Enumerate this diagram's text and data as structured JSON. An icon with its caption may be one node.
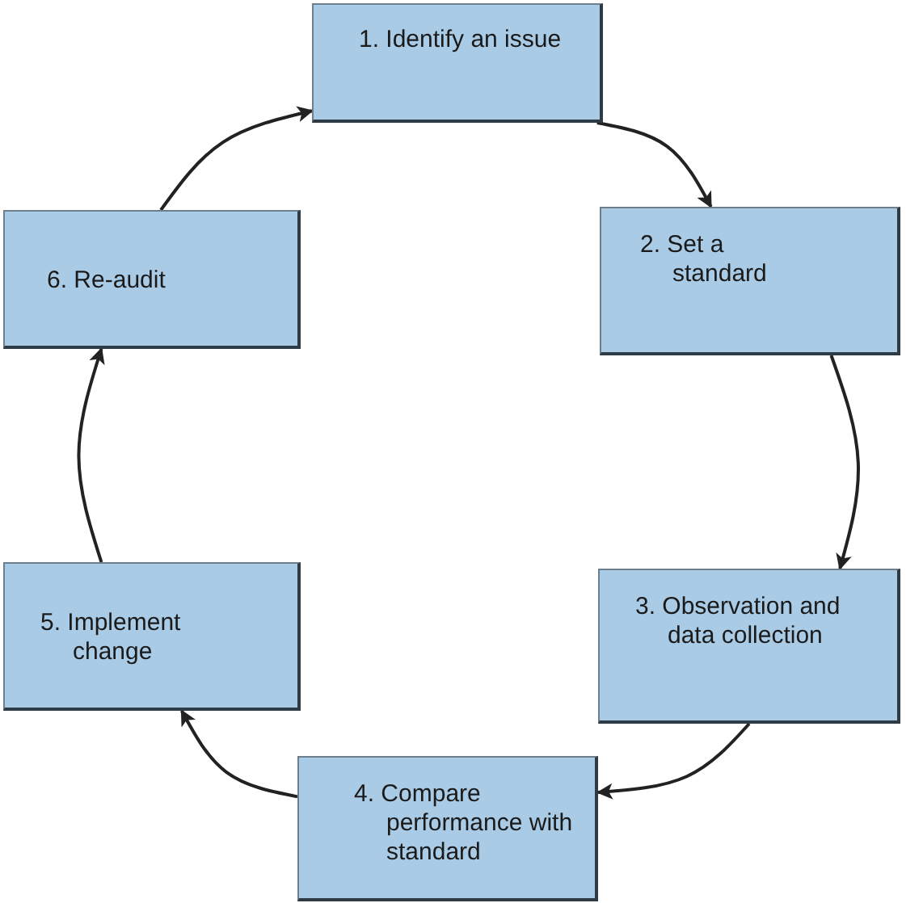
{
  "diagram": {
    "nodes": [
      {
        "text": [
          "1.  Identify an issue"
        ]
      },
      {
        "text": [
          "2.  Set a standard"
        ]
      },
      {
        "text": [
          "3.  Observation and data collection"
        ]
      },
      {
        "text": [
          "4.  Compare performance with standard"
        ]
      },
      {
        "text": [
          "5.  Implement change"
        ]
      },
      {
        "text": [
          "6.  Re-audit"
        ]
      }
    ],
    "edges": [
      {
        "from": 0,
        "to": 1,
        "arrow": "to"
      },
      {
        "from": 1,
        "to": 2,
        "arrow": "to"
      },
      {
        "from": 2,
        "to": 3,
        "arrow": "to"
      },
      {
        "from": 3,
        "to": 4,
        "arrow": "to"
      },
      {
        "from": 4,
        "to": 5,
        "arrow": "to"
      },
      {
        "from": 5,
        "to": 0,
        "arrow": "to"
      }
    ]
  }
}
